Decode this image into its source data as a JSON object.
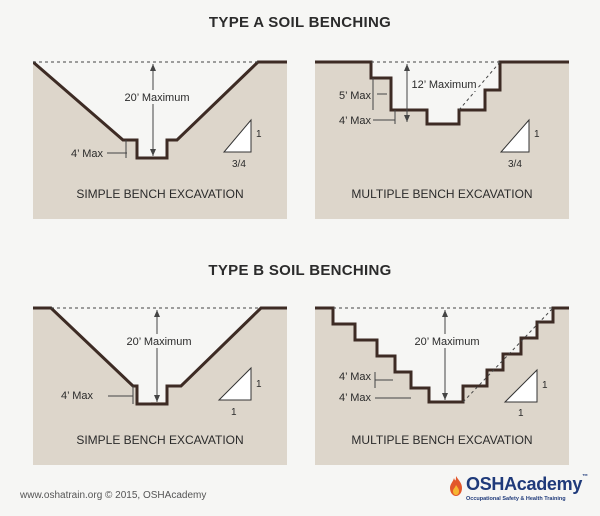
{
  "titles": {
    "type_a": "TYPE A SOIL BENCHING",
    "type_b": "TYPE B SOIL BENCHING"
  },
  "panels": {
    "a_simple": {
      "caption": "SIMPLE BENCH EXCAVATION",
      "depth_label": "20’ Maximum",
      "bench_label": "4’ Max",
      "slope_rise": "1",
      "slope_run": "3/4"
    },
    "a_multiple": {
      "caption": "MULTIPLE BENCH EXCAVATION",
      "depth_label": "12’ Maximum",
      "bench_label_1": "5’ Max",
      "bench_label_2": "4’ Max",
      "slope_rise": "1",
      "slope_run": "3/4"
    },
    "b_simple": {
      "caption": "SIMPLE BENCH EXCAVATION",
      "depth_label": "20’ Maximum",
      "bench_label": "4’ Max",
      "slope_rise": "1",
      "slope_run": "1"
    },
    "b_multiple": {
      "caption": "MULTIPLE BENCH EXCAVATION",
      "depth_label": "20’ Maximum",
      "bench_label_1": "4’ Max",
      "bench_label_2": "4’ Max",
      "slope_rise": "1",
      "slope_run": "1"
    }
  },
  "footer": {
    "copyright": "www.oshatrain.org © 2015, OSHAcademy",
    "logo_name": "OSHAcademy",
    "logo_tm": "™",
    "logo_tagline": "Occupational Safety & Health Training"
  },
  "colors": {
    "soil": "#ddd6cb",
    "outline": "#3d2b24",
    "text": "#2b2b2b"
  }
}
